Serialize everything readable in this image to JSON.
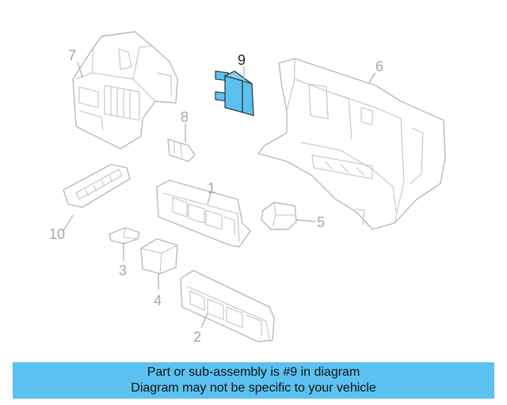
{
  "diagram": {
    "callouts": [
      "1",
      "2",
      "3",
      "4",
      "5",
      "6",
      "7",
      "8",
      "9",
      "10"
    ],
    "highlighted_callout": "9",
    "colors": {
      "highlight_fill": "#5bc1f0",
      "part_stroke": "#b9b9b9",
      "callout_text": "#a6a6a6",
      "highlight_text": "#222222"
    }
  },
  "banner": {
    "line1": "Part or sub-assembly is #9 in diagram",
    "line2": "Diagram may not be specific to your vehicle",
    "background": "#5bc1f0"
  }
}
